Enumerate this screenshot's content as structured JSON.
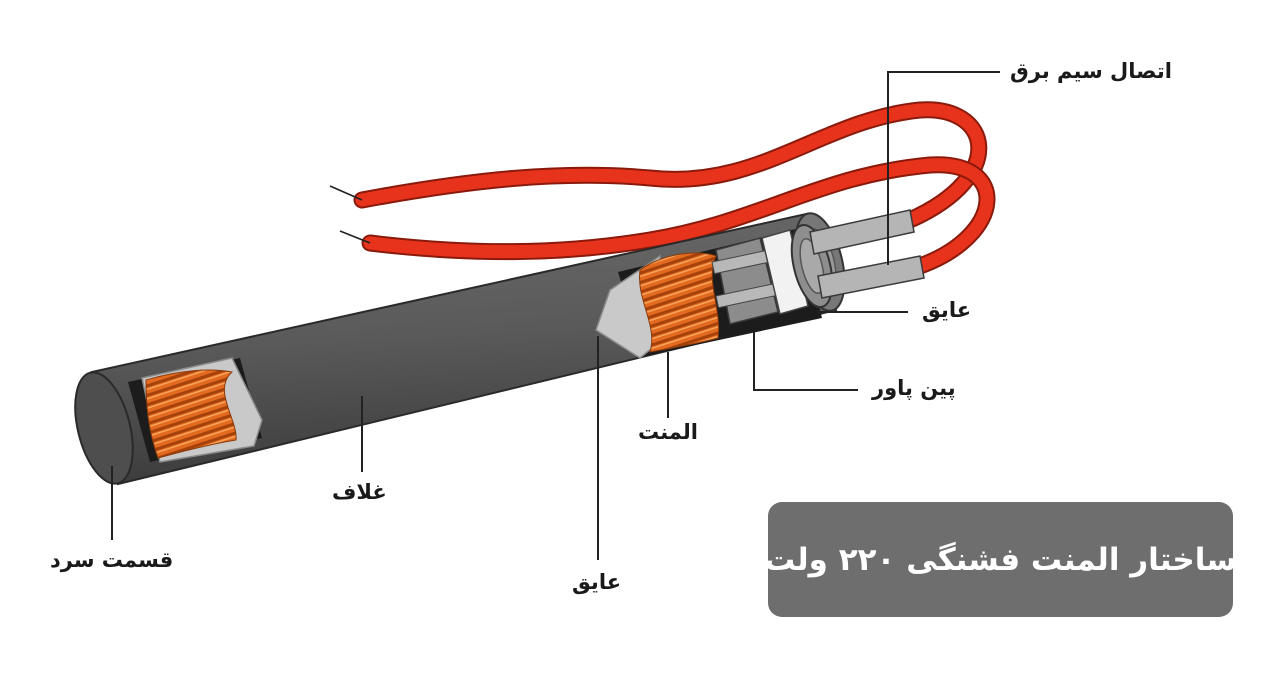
{
  "title": "ساختار المنت فشنگی ۲۲۰ ولت",
  "labels": {
    "wire_connection": "اتصال سیم برق",
    "insulator_end": "عایق",
    "power_pin": "پین پاور",
    "element": "المنت",
    "sheath": "غلاف",
    "insulator_body": "عایق",
    "cold_section": "قسمت سرد"
  },
  "colors": {
    "title_box": "#6e6e6e",
    "sheath": "#5a5a5a",
    "wire": "#e8331c",
    "coil": "#e36a1e",
    "insulation": "#c9c9c9"
  }
}
